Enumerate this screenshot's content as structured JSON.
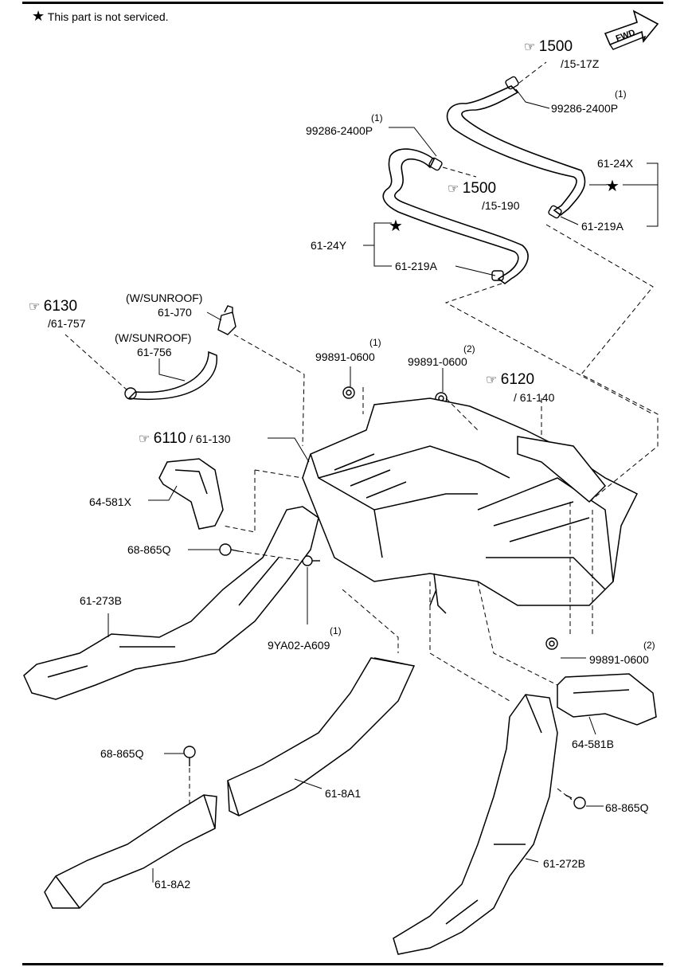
{
  "note": "This part is not serviced.",
  "fwd": "FWD",
  "refs": {
    "r1500a_num": "1500",
    "r1500a_sub": "/15-17Z",
    "r1500b_num": "1500",
    "r1500b_sub": "/15-190",
    "r6130_num": "6130",
    "r6130_sub": "/61-757",
    "r6120_num": "6120",
    "r6120_sub": "/ 61-140",
    "r6110_num": "6110",
    "r6110_sub": "/ 61-130"
  },
  "labels": {
    "p99286a": "99286-2400P",
    "p99286a_qty": "(1)",
    "p99286b": "99286-2400P",
    "p99286b_qty": "(1)",
    "p6124x": "61-24X",
    "p61219a_top": "61-219A",
    "p6124y": "61-24Y",
    "p61219a_mid": "61-219A",
    "wsun1": "(W/SUNROOF)",
    "p61j70": "61-J70",
    "wsun2": "(W/SUNROOF)",
    "p61756": "61-756",
    "p99891a": "99891-0600",
    "p99891a_qty": "(1)",
    "p99891b": "99891-0600",
    "p99891b_qty": "(2)",
    "p64581x": "64-581X",
    "p68865q_a": "68-865Q",
    "p61273b": "61-273B",
    "p9ya02": "9YA02-A609",
    "p9ya02_qty": "(1)",
    "p99891c": "99891-0600",
    "p99891c_qty": "(2)",
    "p64581b": "64-581B",
    "p68865q_b": "68-865Q",
    "p618a1": "61-8A1",
    "p68865q_c": "68-865Q",
    "p618a2": "61-8A2",
    "p61272b": "61-272B"
  }
}
